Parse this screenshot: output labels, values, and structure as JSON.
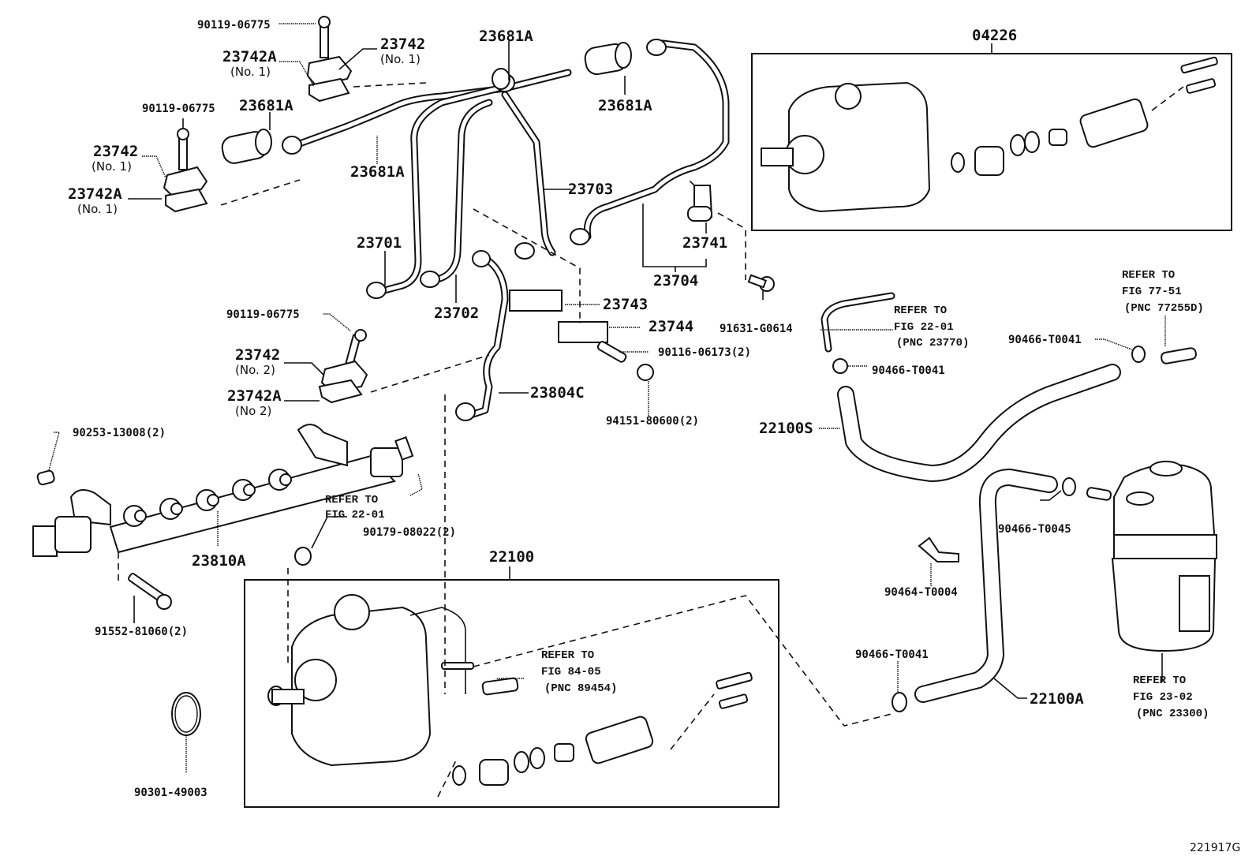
{
  "figure_code": "221917G",
  "labels": {
    "bolt_top": "90119-06775",
    "clamp_23742_top": "23742",
    "clamp_23742_top_sub": "(No. 1)",
    "clamp_23742a_top": "23742A",
    "clamp_23742a_top_sub": "(No. 1)",
    "tube_top": "23681A",
    "bolt_left": "90119-06775",
    "tube_left": "23681A",
    "clamp_23742_left": "23742",
    "clamp_23742_left_sub": "(No. 1)",
    "clamp_23742a_left": "23742A",
    "clamp_23742a_left_sub": "(No. 1)",
    "tube_mid": "23681A",
    "tube_right": "23681A",
    "pipe_23703": "23703",
    "pipe_23701": "23701",
    "pipe_23702": "23702",
    "pipe_23704": "23704",
    "bracket_23741": "23741",
    "clamp_23743": "23743",
    "clamp_23744": "23744",
    "stud_90116": "90116-06173(2)",
    "nut_94151": "94151-80600(2)",
    "bolt_91631": "91631-G0614",
    "bolt_mid": "90119-06775",
    "clamp_23742_no2": "23742",
    "clamp_23742_no2_sub": "(No. 2)",
    "clamp_23742a_no2": "23742A",
    "clamp_23742a_no2_sub": "(No 2)",
    "pipe_23804c": "23804C",
    "plug_90253": "90253-13008(2)",
    "rail_23810a": "23810A",
    "nut_90179": "90179-08022(2)",
    "bolt_91552": "91552-81060(2)",
    "oring_90301": "90301-49003",
    "pump_22100": "22100",
    "kit_04226": "04226",
    "hose_22100s": "22100S",
    "hose_22100a": "22100A",
    "clip_90466_a": "90466-T0041",
    "clip_90466_b": "90466-T0041",
    "clip_90466_c": "90466-T0041",
    "clip_90466_t0045": "90466-T0045",
    "clip_90464": "90464-T0004"
  },
  "references": {
    "ref_22_01_rail": [
      "REFER TO",
      "FIG 22-01"
    ],
    "ref_22_01_pipe": [
      "REFER TO",
      "FIG 22-01",
      "(PNC 23770)"
    ],
    "ref_77_51": [
      "REFER TO",
      "FIG 77-51",
      "(PNC 77255D)"
    ],
    "ref_84_05": [
      "REFER TO",
      "FIG 84-05",
      "(PNC 89454)"
    ],
    "ref_23_02": [
      "REFER TO",
      "FIG 23-02",
      "(PNC 23300)"
    ]
  }
}
